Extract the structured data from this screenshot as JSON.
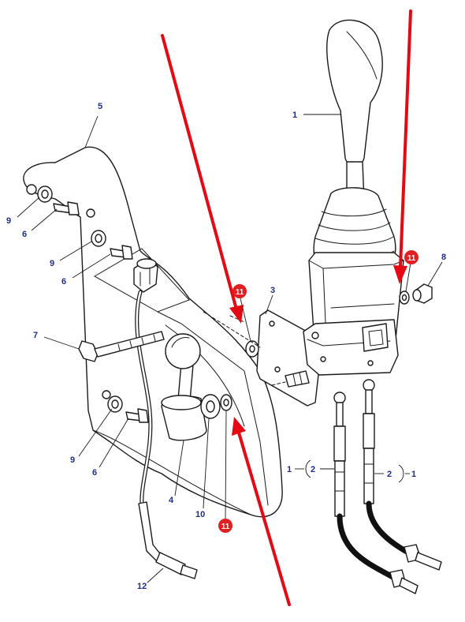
{
  "callouts": {
    "c1_top": "1",
    "c1_left": "1",
    "c1_right": "1",
    "c2_left": "2",
    "c2_right": "2",
    "c3": "3",
    "c4": "4",
    "c5": "5",
    "c6_a": "6",
    "c6_b": "6",
    "c6_c": "6",
    "c7": "7",
    "c8": "8",
    "c9_a": "9",
    "c9_b": "9",
    "c9_c": "9",
    "c10": "10",
    "c11_a": "11",
    "c11_b": "11",
    "c11_c": "11",
    "c12": "12"
  },
  "colors": {
    "callout_text": "#1f2d8f",
    "highlight_badge": "#e02020",
    "arrow": "#e50914",
    "line": "#1a1a1a"
  }
}
